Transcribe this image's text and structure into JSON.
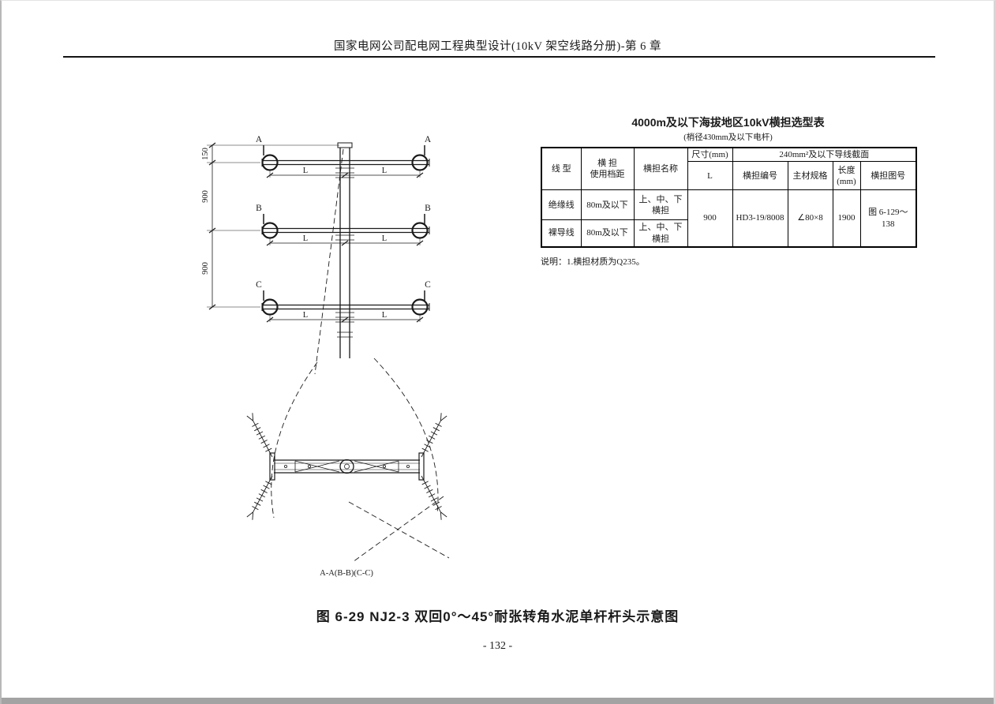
{
  "colors": {
    "ink": "#1a1a1a"
  },
  "header": {
    "title": "国家电网公司配电网工程典型设计(10kV 架空线路分册)-第 6 章"
  },
  "table": {
    "title": "4000m及以下海拔地区10kV横担选型表",
    "subtitle": "(梢径430mm及以下电杆)",
    "headers": {
      "line_type": "线  型",
      "span": "横  担\n使用档距",
      "name": "横担名称",
      "size_group": "尺寸(mm)",
      "size_l": "L",
      "conductor_group": "240mm²及以下导线截面",
      "number": "横担编号",
      "material": "主材规格",
      "length": "长度\n(mm)",
      "figure": "横担图号"
    },
    "rows": [
      {
        "line_type": "绝缘线",
        "span": "80m及以下",
        "name": "上、中、下\n横担"
      },
      {
        "line_type": "裸导线",
        "span": "80m及以下",
        "name": "上、中、下\n横担"
      }
    ],
    "shared": {
      "l_value": "900",
      "number": "HD3-19/8008",
      "material": "∠80×8",
      "length": "1900",
      "figure": "图 6-129～138"
    },
    "note": "说明：1.横担材质为Q235。"
  },
  "drawing": {
    "label_a": "A",
    "label_b": "B",
    "label_c": "C",
    "label_l": "L",
    "dim_top": "150",
    "dim_mid": "900",
    "dim_bot": "900",
    "section_label": "A-A(B-B)(C-C)"
  },
  "caption": "图 6-29  NJ2-3 双回0°～45°耐张转角水泥单杆杆头示意图",
  "page_number": "- 132 -"
}
